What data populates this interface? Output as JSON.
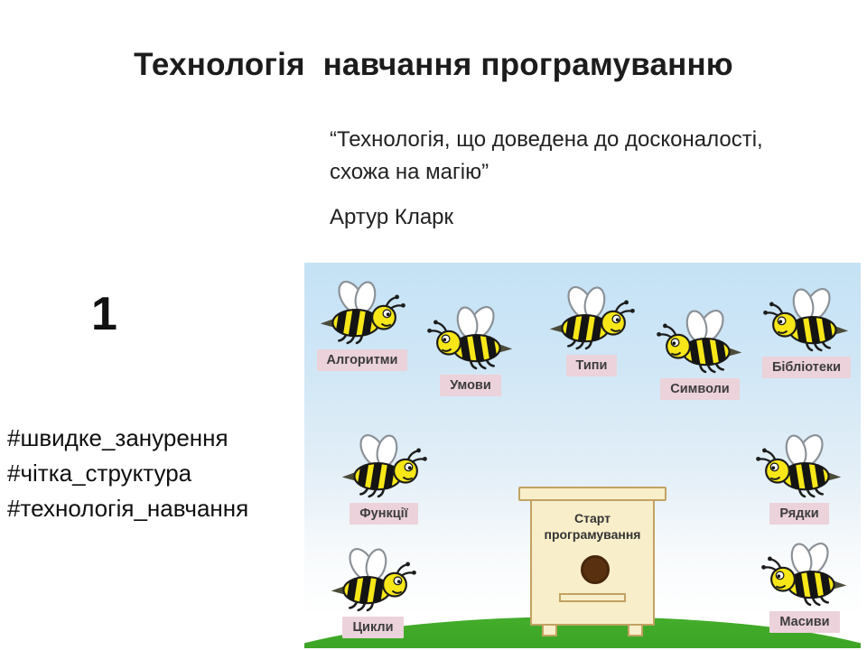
{
  "slide": {
    "title": "Технологія  навчання програмуванню",
    "quote": {
      "text": "“Технологія, що доведена до досконалості, схожа на магію”",
      "author": "Артур Кларк"
    },
    "step_number": "1",
    "hashtags": [
      "#швидке_занурення",
      "#чітка_структура",
      "#технологія_навчання"
    ]
  },
  "illustration": {
    "hive": {
      "line1": "Старт",
      "line2": "програмування"
    },
    "bees": [
      {
        "label": "Алгоритми",
        "facing": "right"
      },
      {
        "label": "Умови",
        "facing": "left"
      },
      {
        "label": "Типи",
        "facing": "right"
      },
      {
        "label": "Символи",
        "facing": "left"
      },
      {
        "label": "Бібліотеки",
        "facing": "left"
      },
      {
        "label": "Функції",
        "facing": "right"
      },
      {
        "label": "Рядки",
        "facing": "left"
      },
      {
        "label": "Цикли",
        "facing": "right"
      },
      {
        "label": "Масиви",
        "facing": "left"
      }
    ],
    "colors": {
      "sky_top": "#c4e2f5",
      "sky_bottom": "#ffffff",
      "grass": "#3aa124",
      "label_bg": "#ecd2da",
      "label_text": "#3c3c3c",
      "hive_fill": "#f8eec9",
      "hive_border": "#c2a263",
      "hive_hole": "#5a3110",
      "bee_yellow": "#f7e718"
    }
  }
}
